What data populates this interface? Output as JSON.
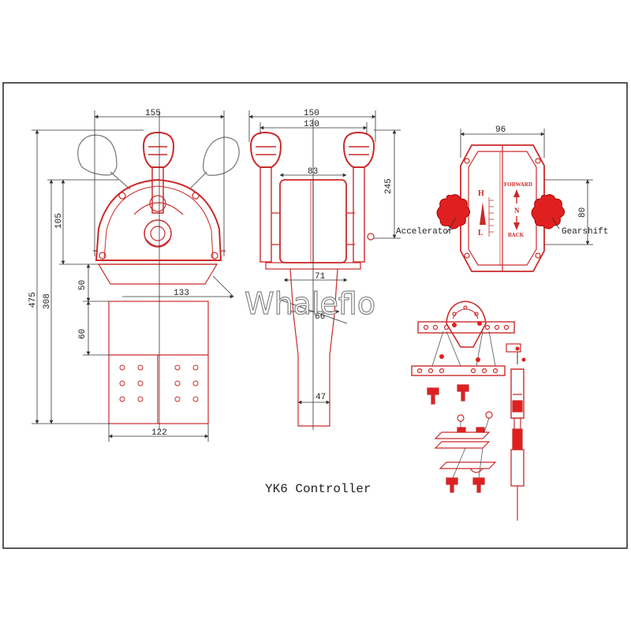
{
  "caption": "YK6 Controller",
  "watermark": "Whaleflo",
  "colors": {
    "drawing": "#cc2a2a",
    "dimension": "#333333",
    "knob": "#e02020"
  },
  "front_view": {
    "dims": {
      "top_width": "155",
      "total_height": "475",
      "body_height": "308",
      "upper_height": "105",
      "neck_height": "50",
      "lower_height": "60",
      "neck_width": "133",
      "base_width": "122"
    }
  },
  "side_view": {
    "dims": {
      "outer_width": "150",
      "inner_width": "130",
      "body_width": "83",
      "handle_height": "245",
      "base_width": "71",
      "neck_width": "66",
      "stem_width": "47"
    }
  },
  "top_view": {
    "dims": {
      "width": "96",
      "height": "80"
    },
    "labels": {
      "accelerator": "Accelerator",
      "gearshift": "Gearshift",
      "h": "H",
      "l": "L",
      "forward": "FORWARD",
      "n": "N",
      "back": "BACK"
    }
  },
  "exploded_view": {}
}
